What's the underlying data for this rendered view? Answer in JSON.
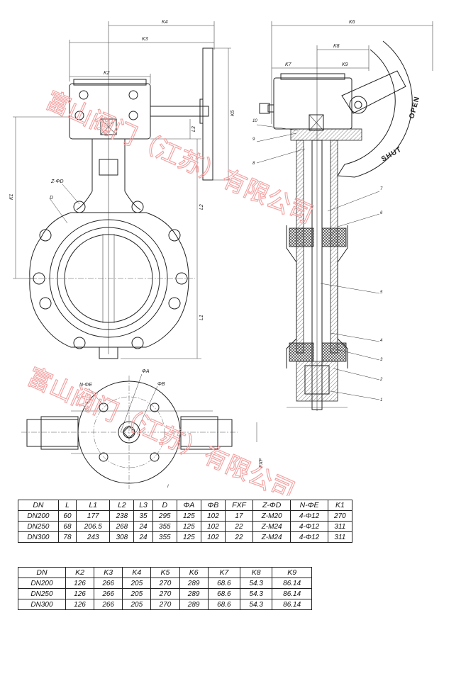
{
  "watermark": {
    "text": "富山阀门（江苏）有限公司",
    "color": "#f2a0a0"
  },
  "drawing": {
    "dims_top": [
      "K4",
      "K3",
      "K2",
      "K5",
      "L3",
      "K1",
      "L2",
      "L1",
      "Z-ΦD",
      "D"
    ],
    "dims_bottom": [
      "N-ΦE",
      "ΦA",
      "ΦB",
      "FXF"
    ],
    "dims_side": [
      "K6",
      "K8",
      "K7",
      "K9"
    ],
    "part_numbers": [
      "10",
      "9",
      "8",
      "7",
      "6",
      "5",
      "4",
      "3",
      "2",
      "1"
    ],
    "dial_open": "OPEN",
    "dial_shut": "SHUT",
    "stray_mark": "I"
  },
  "table1": {
    "headers": [
      "DN",
      "L",
      "L1",
      "L2",
      "L3",
      "D",
      "ΦA",
      "ΦB",
      "FXF",
      "Z-ΦD",
      "N-ΦE",
      "K1"
    ],
    "rows": [
      [
        "DN200",
        "60",
        "177",
        "238",
        "35",
        "295",
        "125",
        "102",
        "17",
        "Z-M20",
        "4-Φ12",
        "270"
      ],
      [
        "DN250",
        "68",
        "206.5",
        "268",
        "24",
        "355",
        "125",
        "102",
        "22",
        "Z-M24",
        "4-Φ12",
        "311"
      ],
      [
        "DN300",
        "78",
        "243",
        "308",
        "24",
        "355",
        "125",
        "102",
        "22",
        "Z-M24",
        "4-Φ12",
        "311"
      ]
    ]
  },
  "table2": {
    "headers": [
      "DN",
      "K2",
      "K3",
      "K4",
      "K5",
      "K6",
      "K7",
      "K8",
      "K9"
    ],
    "rows": [
      [
        "DN200",
        "126",
        "266",
        "205",
        "270",
        "289",
        "68.6",
        "54.3",
        "86.14"
      ],
      [
        "DN250",
        "126",
        "266",
        "205",
        "270",
        "289",
        "68.6",
        "54.3",
        "86.14"
      ],
      [
        "DN300",
        "126",
        "266",
        "205",
        "270",
        "289",
        "68.6",
        "54.3",
        "86.14"
      ]
    ]
  }
}
